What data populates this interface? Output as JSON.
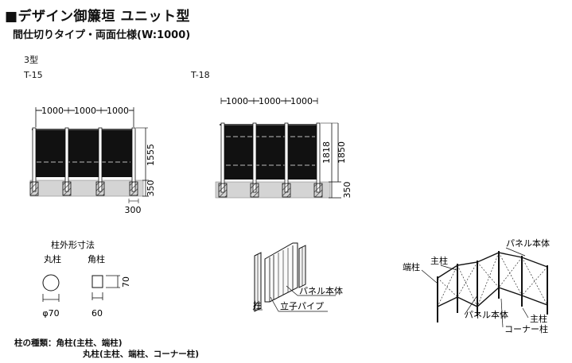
{
  "header": {
    "title": "■デザイン御簾垣 ユニット型",
    "subtitle": "間仕切りタイプ・両面仕様(W:1000)"
  },
  "variants": {
    "group_label": "3型",
    "t15": {
      "name": "T-15",
      "widths": [
        "1000",
        "1000",
        "1000"
      ],
      "height": "1555",
      "embed": "350",
      "footing": "300"
    },
    "t18": {
      "name": "T-18",
      "widths": [
        "1000",
        "1000",
        "1000"
      ],
      "heights": [
        "1818",
        "1850"
      ],
      "embed": "350"
    }
  },
  "post_shapes": {
    "heading": "柱外形寸法",
    "round": {
      "label": "丸柱",
      "dim": "φ70"
    },
    "square": {
      "label": "角柱",
      "width": "60",
      "depth": "70"
    }
  },
  "detail_labels": {
    "panel_body": "パネル本体",
    "post": "柱",
    "stand_pipe": "立子パイプ"
  },
  "layout_labels": {
    "end_post": "端柱",
    "main_post_top": "主柱",
    "panel_body_top": "パネル本体",
    "panel_body_bottom": "パネル本体",
    "main_post_right": "主柱",
    "corner_post": "コーナー柱"
  },
  "notes": {
    "line1": "柱の種類：角柱(主柱、端柱)",
    "line2": "丸柱(主柱、端柱、コーナー柱)"
  }
}
